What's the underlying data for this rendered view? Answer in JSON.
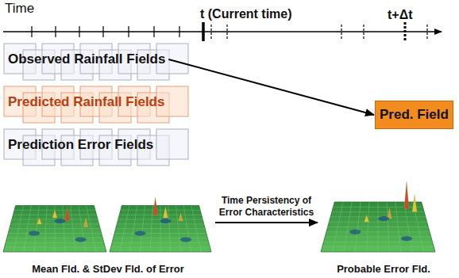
{
  "diagram": {
    "nodes": [
      {
        "text": [
          "Observed Rainfall Fields"
        ]
      },
      {
        "text": [
          "Predicted Rainfall Fields"
        ]
      },
      {
        "text": [
          "Prediction Error Fields"
        ]
      },
      {
        "text": [
          "Pred. Field"
        ]
      },
      {
        "text": [
          "Mean Fld. & StDev Fld. of Error"
        ]
      },
      {
        "text": [
          "Probable Error Fld."
        ]
      }
    ],
    "edges": [
      {
        "from": 0,
        "to": 3,
        "arrow": "to"
      },
      {
        "from": 4,
        "to": 5,
        "label": "Time Persistency of Error Characteristics",
        "arrow": "to"
      }
    ],
    "labels": [
      "Time",
      "t (Current time)",
      "t+Δt"
    ]
  }
}
